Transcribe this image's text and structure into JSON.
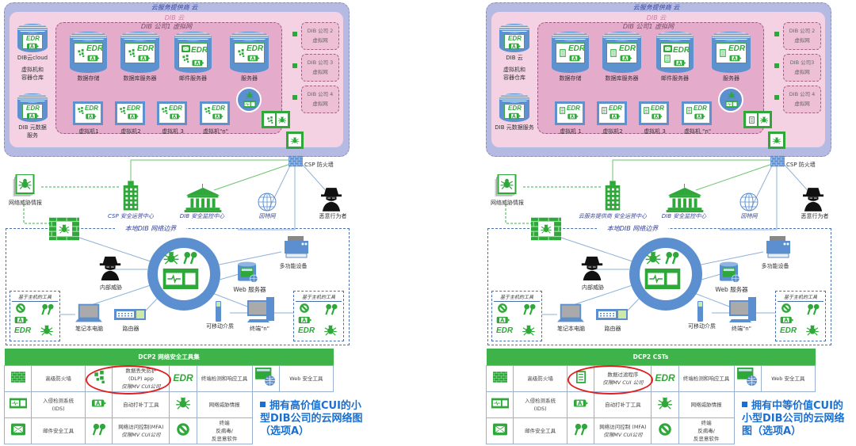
{
  "colors": {
    "accent_green": "#3db34a",
    "blue": "#5b8fd0",
    "purple_cloud": "#b4bae2",
    "pink_cloud": "#f4d2e3",
    "caption_blue": "#1a6fd0",
    "highlight_red": "#e02020"
  },
  "edr_label": "EDR",
  "panels": [
    {
      "cloud_title": "云服务提供商 云",
      "dib_cloud_title": "DIB 云",
      "vnet_title": "DIB 公司1 虚拟网",
      "dlp_icon": "dlp-icon",
      "left_items": {
        "cloud": "DIB云cloud",
        "containers": [
          "虚拟机和",
          "容器仓库"
        ],
        "metadata": [
          "DIB 元数据",
          "服务"
        ]
      },
      "servers": [
        "数据存储",
        "数据库服务器",
        "邮件服务器",
        "服务器"
      ],
      "vms": [
        "虚拟机1",
        "虚拟机2",
        "虚拟机 3",
        "虚拟机\"n\""
      ],
      "companies": [
        {
          "name": "DIB 公司 2",
          "sub": "虚拟网"
        },
        {
          "name": "DIB 公司 3",
          "sub": "虚拟网"
        },
        {
          "name": "DIB 公司 4",
          "sub": "虚拟网"
        }
      ],
      "csp_firewall": "CSP 防火墙",
      "threat_intel": "网络威胁情报",
      "soc": "CSP 安全运营中心",
      "dib_monitor": "DIB 安全监控中心",
      "internet": "因特网",
      "malicious": "恶意行为者",
      "boundary_title": "本地DIB 网络边界",
      "insider": "内部威胁",
      "mfp": "多功能设备",
      "web_server": "Web 服务器",
      "laptop": "笔记本电脑",
      "router": "路由器",
      "removable": "可移动介质",
      "terminal": "终端\"n\"",
      "host_tools_title": "基于主机的工具",
      "table": {
        "header": "DCP2 网络安全工具集",
        "rows": [
          [
            {
              "icon": "firewall-icon",
              "lines": [
                "高级防火墙"
              ]
            },
            {
              "icon": "dlp-icon",
              "lines": [
                "数据丢失防护",
                "(DLP) app"
              ],
              "note": "仅限MV CUI公司",
              "highlight": true
            },
            {
              "icon": "edr-icon",
              "lines": [
                "终端检测和响应工具"
              ]
            },
            {
              "icon": "web-security-icon",
              "lines": [
                "Web 安全工具"
              ]
            }
          ],
          [
            {
              "icon": "ids-icon",
              "lines": [
                "入侵检测系统",
                "(IDS)"
              ]
            },
            {
              "icon": "patch-icon",
              "lines": [
                "自动打补丁工具"
              ]
            },
            {
              "icon": "bug-icon",
              "lines": [
                "网络威胁情报"
              ]
            }
          ],
          [
            {
              "icon": "mail-icon",
              "lines": [
                "邮件安全工具"
              ]
            },
            {
              "icon": "mfa-icon",
              "lines": [
                "网络访问控制(MFA)"
              ],
              "note": "仅限MV CUI公司"
            },
            {
              "icon": "block-icon",
              "lines": [
                "终端",
                "反病毒/",
                "反恶意软件"
              ]
            }
          ]
        ]
      },
      "caption": "拥有高价值CUI的小型DIB公司的云网络图（选项A）"
    },
    {
      "cloud_title": "云服务提供商 云",
      "dib_cloud_title": "DIB 云",
      "vnet_title": "DIB 公司1 虚拟网",
      "dlp_icon": "filter-icon",
      "left_items": {
        "cloud": "DIB 云",
        "containers": [
          "虚拟机和",
          "容器仓库"
        ],
        "metadata": [
          "DIB 元数据服务"
        ]
      },
      "servers": [
        "数据存储",
        "数据库服务器",
        "邮件服务器",
        "服务器"
      ],
      "vms": [
        "虚拟机 1",
        "虚拟机2",
        "虚拟机 3",
        "虚拟机 \"n\""
      ],
      "companies": [
        {
          "name": "DIB 公司 2",
          "sub": "虚拟网"
        },
        {
          "name": "DIB 公司3",
          "sub": "虚拟网"
        },
        {
          "name": "DIB 公司 4",
          "sub": "虚拟网"
        }
      ],
      "csp_firewall": "CSP 防火墙",
      "threat_intel": "网络威胁情报",
      "soc": "云服务提供商 安全运营中心",
      "dib_monitor": "DIB 安全监控中心",
      "internet": "因特网",
      "malicious": "恶意行为者",
      "boundary_title": "本地DIB 网络边界",
      "insider": "内部威胁",
      "mfp": "多功能设备",
      "web_server": "Web 服务器",
      "laptop": "笔记本电脑",
      "router": "路由器",
      "removable": "可移动介质",
      "terminal": "终端\"n\"",
      "host_tools_title": "基于主机的工具",
      "table": {
        "header": "DCP2 CSTs",
        "rows": [
          [
            {
              "icon": "firewall-icon",
              "lines": [
                "高级防火墙"
              ]
            },
            {
              "icon": "filter-icon",
              "lines": [
                "数据过滤程序"
              ],
              "note": "仅限MV CUI 公司",
              "highlight": true
            },
            {
              "icon": "edr-icon",
              "lines": [
                "终端检测和响应工具"
              ]
            },
            {
              "icon": "web-security-icon",
              "lines": [
                "Web 安全工具"
              ]
            }
          ],
          [
            {
              "icon": "ids-icon",
              "lines": [
                "入侵检测系统",
                "(IDS)"
              ]
            },
            {
              "icon": "patch-icon",
              "lines": [
                "自动打补丁工具"
              ]
            },
            {
              "icon": "bug-icon",
              "lines": [
                "网络威胁情报"
              ]
            }
          ],
          [
            {
              "icon": "mail-icon",
              "lines": [
                "邮件安全工具"
              ]
            },
            {
              "icon": "mfa-icon",
              "lines": [
                "网络访问控制 (MFA)"
              ],
              "note": "仅限MV CUI公司"
            },
            {
              "icon": "block-icon",
              "lines": [
                "终端",
                "反病毒/",
                "反恶意软件"
              ]
            }
          ]
        ]
      },
      "caption": "拥有中等价值CUI的小型DIB公司的云网络图（选项A）"
    }
  ]
}
